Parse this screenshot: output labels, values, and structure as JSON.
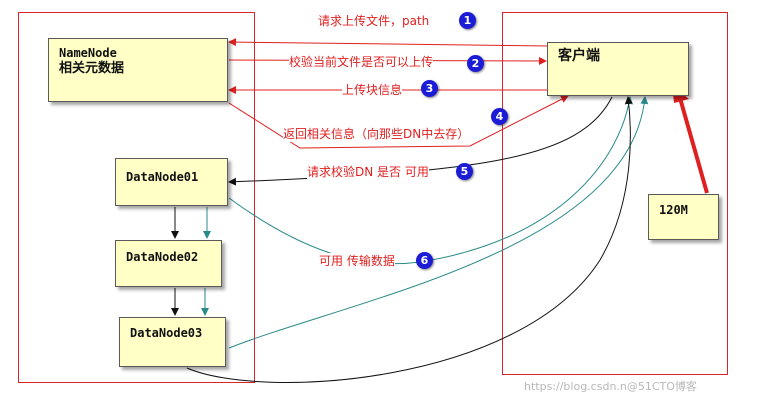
{
  "nodes": {
    "namenode_title": "NameNode",
    "namenode_subtitle": "相关元数据",
    "client": "客户端",
    "dn1": "DataNode01",
    "dn2": "DataNode02",
    "dn3": "DataNode03",
    "file_size": "120M"
  },
  "steps": [
    {
      "text": "请求上传文件，path",
      "num": "1"
    },
    {
      "text": "校验当前文件是否可以上传",
      "num": "2"
    },
    {
      "text": "上传块信息",
      "num": "3"
    },
    {
      "text": "返回相关信息（向那些DN中去存）",
      "num": "4"
    },
    {
      "text": "请求校验DN 是否 可用",
      "num": "5"
    },
    {
      "text": "可用 传输数据",
      "num": "6"
    }
  ],
  "watermark": "https://blog.csdn.n@51CTO博客",
  "colors": {
    "frame": "#d8242a",
    "red_text": "#e02020",
    "black_text": "#111111",
    "box_fill": "#ffffc6",
    "badge": "#1c1cd6",
    "teal": "#2a8a8a"
  }
}
